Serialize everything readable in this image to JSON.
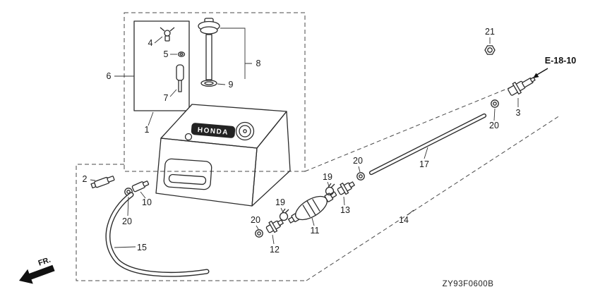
{
  "diagram": {
    "brand": "HONDA",
    "ref_label": "E-18-10",
    "fr_label": "FR.",
    "code": "ZY93F0600B"
  },
  "callouts": {
    "n1": "1",
    "n2": "2",
    "n3": "3",
    "n4": "4",
    "n5": "5",
    "n6": "6",
    "n7": "7",
    "n8": "8",
    "n9": "9",
    "n10": "10",
    "n11": "11",
    "n12": "12",
    "n13": "13",
    "n14": "14",
    "n15": "15",
    "n17": "17",
    "n19a": "19",
    "n19b": "19",
    "n20a": "20",
    "n20b": "20",
    "n20c": "20",
    "n20d": "20",
    "n21": "21"
  }
}
